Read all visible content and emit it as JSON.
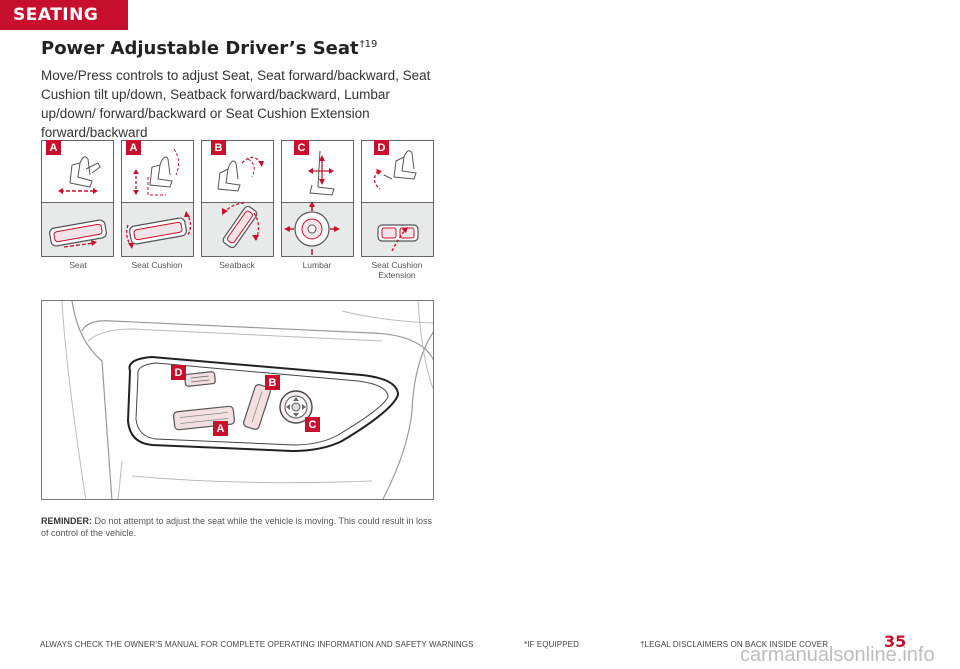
{
  "section_tab": "SEATING",
  "title": "Power Adjustable Driver’s Seat",
  "title_superscript": "†19",
  "intro": "Move/Press controls to adjust Seat, Seat forward/backward, Seat Cushion tilt up/down, Seatback forward/backward, Lumbar up/down/ forward/backward or Seat Cushion Extension forward/backward",
  "panels": [
    {
      "letter": "A",
      "label": "Seat"
    },
    {
      "letter": "A",
      "label": "Seat Cushion"
    },
    {
      "letter": "B",
      "label": "Seatback"
    },
    {
      "letter": "C",
      "label": "Lumbar"
    },
    {
      "letter": "D",
      "label": "Seat Cushion Extension"
    }
  ],
  "callouts": {
    "a": "A",
    "b": "B",
    "c": "C",
    "d": "D"
  },
  "reminder": {
    "label": "REMINDER:",
    "text": " Do not attempt to adjust the seat while the vehicle is moving. This could result in loss of control of the vehicle."
  },
  "footer": {
    "warning": "ALWAYS CHECK THE OWNER’S MANUAL FOR COMPLETE OPERATING INFORMATION AND SAFETY WARNINGS",
    "if_equipped": "*IF EQUIPPED",
    "legal": "†LEGAL DISCLAIMERS ON BACK INSIDE COVER",
    "page": "35"
  },
  "watermark": "carmanualsonline.info",
  "colors": {
    "accent": "#c8102e",
    "panel_bottom": "#e8e9e9"
  }
}
